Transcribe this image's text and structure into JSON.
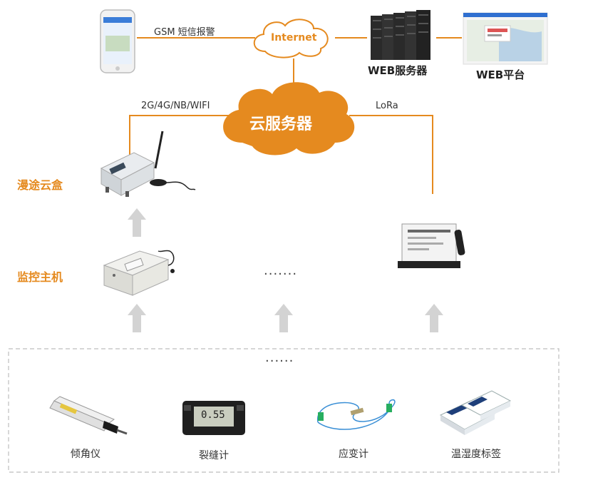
{
  "top": {
    "gsm_label": "GSM  短信报警",
    "internet_label": "Internet",
    "web_server_label": "WEB服务器",
    "web_platform_label": "WEB平台"
  },
  "middle": {
    "cloud_label": "云服务器",
    "left_link_label": "2G/4G/NB/WIFI",
    "right_link_label": "LoRa"
  },
  "devices": {
    "cloud_box_label": "漫途云盒",
    "monitor_host_label": "监控主机",
    "ellipsis_middle": "·······",
    "ellipsis_sensors": "······"
  },
  "sensors": [
    {
      "label": "倾角仪"
    },
    {
      "label": "裂缝计"
    },
    {
      "label": "应变计"
    },
    {
      "label": "温湿度标签"
    }
  ],
  "crack_meter_display": "0.55",
  "colors": {
    "accent": "#e58a1f",
    "arrow": "#d3d3d3",
    "dashed_border": "#bdbdbd"
  }
}
